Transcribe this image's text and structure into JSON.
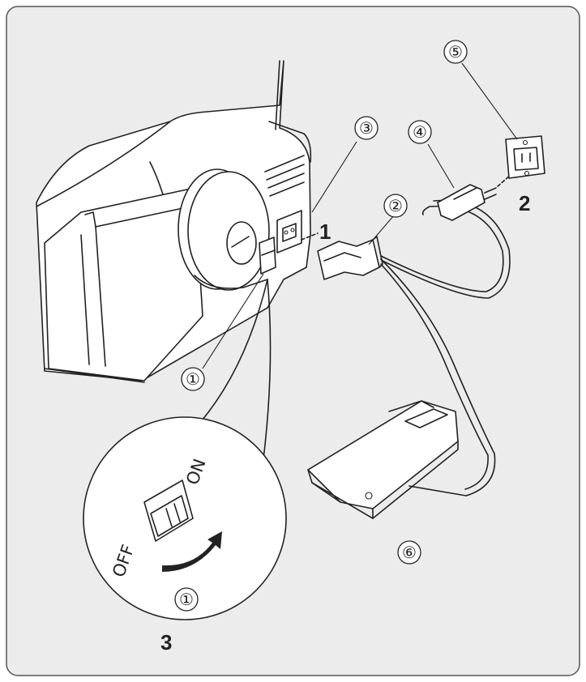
{
  "callouts": [
    "①",
    "②",
    "③",
    "④",
    "⑤",
    "⑥"
  ],
  "steps": [
    "1",
    "2",
    "3"
  ],
  "switch": {
    "off_label": "OFF",
    "on_label": "ON",
    "on_mark": "I",
    "off_mark": "O"
  },
  "colors": {
    "background": "#ececec",
    "line": "#222222",
    "panel": "#ffffff"
  }
}
